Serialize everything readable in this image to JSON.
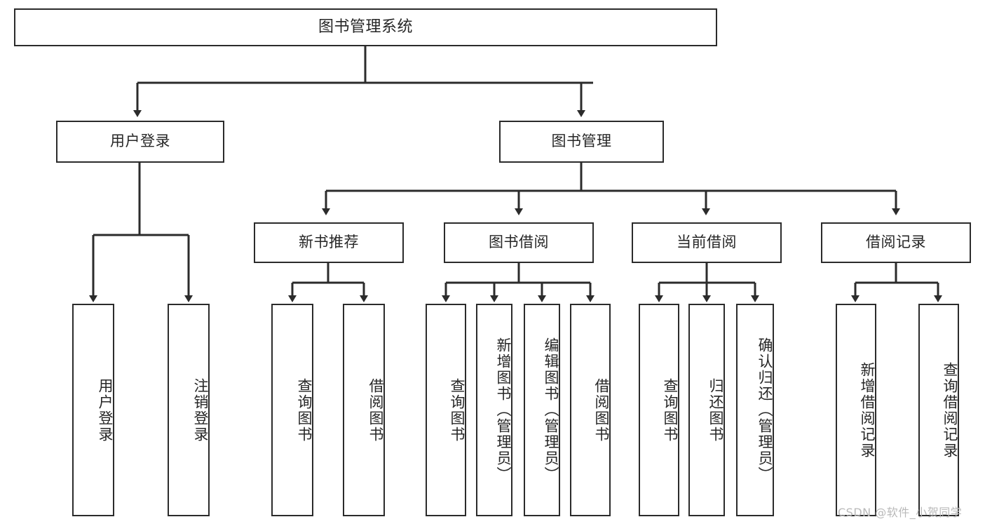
{
  "diagram": {
    "title": "图书管理系统",
    "type": "tree-hierarchy-chart",
    "colors": {
      "border": "#2b2b2b",
      "text": "#262626",
      "background": "#ffffff",
      "connector": "#2b2b2b",
      "watermark": "#b9b9b9"
    },
    "levels": {
      "root": "图书管理系统",
      "level2": [
        "用户登录",
        "图书管理"
      ],
      "level3": [
        "新书推荐",
        "图书借阅",
        "当前借阅",
        "借阅记录"
      ]
    }
  },
  "nodes": {
    "root": {
      "label": "图书管理系统"
    },
    "user_login": {
      "label": "用户登录"
    },
    "book_manage": {
      "label": "图书管理"
    },
    "new_book_rec": {
      "label": "新书推荐"
    },
    "book_borrow": {
      "label": "图书借阅"
    },
    "current_borrow": {
      "label": "当前借阅"
    },
    "borrow_record": {
      "label": "借阅记录"
    },
    "leaf_user_login": {
      "label": "用户登录"
    },
    "leaf_logout": {
      "label": "注销登录"
    },
    "leaf_query_book_1": {
      "label": "查询图书"
    },
    "leaf_borrow_book_1": {
      "label": "借阅图书"
    },
    "leaf_query_book_2": {
      "label": "查询图书"
    },
    "leaf_add_book": {
      "label": "新增图书（管理员）"
    },
    "leaf_edit_book": {
      "label": "编辑图书（管理员）"
    },
    "leaf_borrow_book_2": {
      "label": "借阅图书"
    },
    "leaf_query_book_3": {
      "label": "查询图书"
    },
    "leaf_return_book": {
      "label": "归还图书"
    },
    "leaf_confirm_return": {
      "label": "确认归还（管理员）"
    },
    "leaf_add_record": {
      "label": "新增借阅记录"
    },
    "leaf_query_record": {
      "label": "查询借阅记录"
    }
  },
  "watermark": {
    "text": "CSDN @软件_小贺同学"
  }
}
